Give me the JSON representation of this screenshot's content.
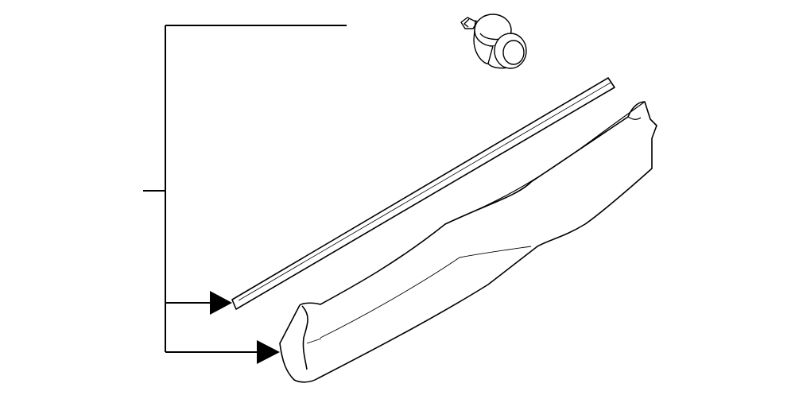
{
  "diagram": {
    "style": {
      "line_color": "#000000",
      "background": "#ffffff"
    },
    "parts": [
      {
        "name": "clip-fastener",
        "icon": "push-clip-icon"
      },
      {
        "name": "weatherstrip-seal",
        "icon": "seal-strip-icon"
      },
      {
        "name": "sill-trim-molding",
        "icon": "trim-panel-icon"
      }
    ],
    "callouts": [
      {
        "name": "leader-to-seal"
      },
      {
        "name": "leader-to-trim"
      }
    ]
  }
}
